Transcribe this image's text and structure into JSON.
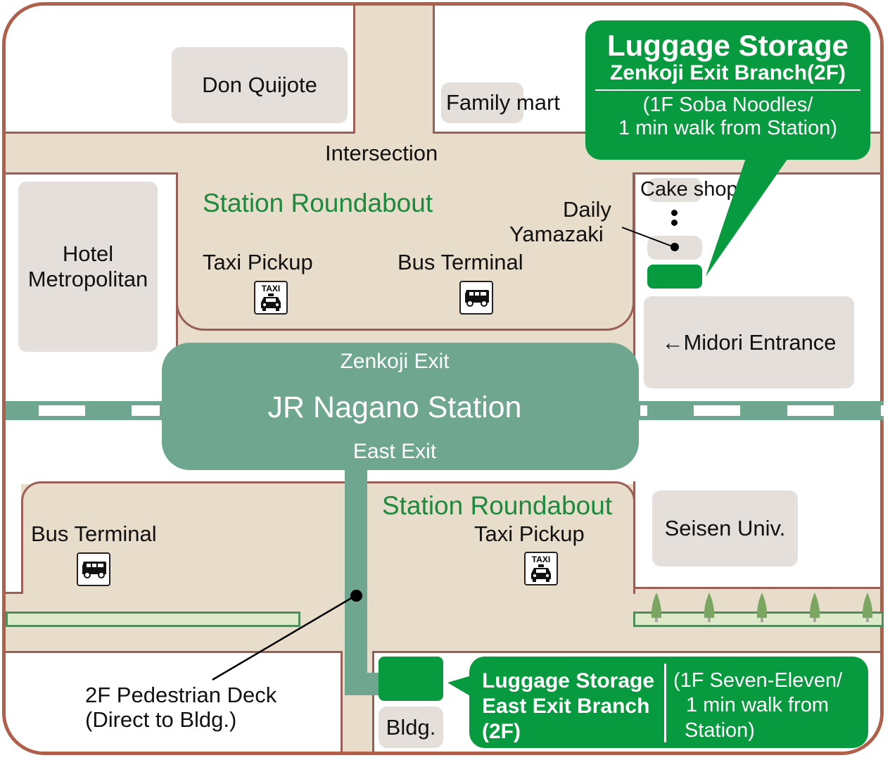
{
  "map": {
    "top_area": {
      "don_quijote": "Don Quijote",
      "family_mart_part1": "Family",
      "family_mart_part2": "mart",
      "intersection": "Intersection",
      "hotel_line1": "Hotel",
      "hotel_line2": "Metropolitan"
    },
    "north_roundabout": {
      "title": "Station Roundabout",
      "taxi_label": "Taxi Pickup",
      "bus_label": "Bus Terminal",
      "daily_line1": "Daily",
      "daily_line2": "Yamazaki"
    },
    "station": {
      "north_exit": "Zenkoji Exit",
      "name": "JR Nagano Station",
      "east_exit": "East Exit"
    },
    "east_side": {
      "cake_shop": "Cake shop",
      "midori": "←Midori Entrance",
      "seisen": "Seisen Univ."
    },
    "south_roundabout": {
      "bus_label": "Bus Terminal",
      "title": "Station Roundabout",
      "taxi_label": "Taxi Pickup"
    },
    "deck": {
      "line1": "2F Pedestrian Deck",
      "line2": "(Direct to Bldg.)",
      "bldg": "Bldg."
    },
    "callout_zenkoji": {
      "title": "Luggage Storage",
      "subtitle": "Zenkoji Exit Branch(2F)",
      "note_line1": "(1F Soba Noodles/",
      "note_line2": "1 min walk from Station)"
    },
    "callout_east": {
      "title_line1": "Luggage Storage",
      "title_line2": "East Exit Branch",
      "title_line3": "(2F)",
      "note_line1": "(1F Seven-Eleven/",
      "note_line2": "1 min walk from",
      "note_line3": "Station)"
    },
    "icons": {
      "taxi_text": "TAXI"
    },
    "colors": {
      "frame": "#b0604a",
      "road": "#e8dccb",
      "station": "#6fa68f",
      "storage_green": "#079a3e",
      "label_green": "#1c8a3c",
      "building": "#e5dfdb"
    }
  }
}
